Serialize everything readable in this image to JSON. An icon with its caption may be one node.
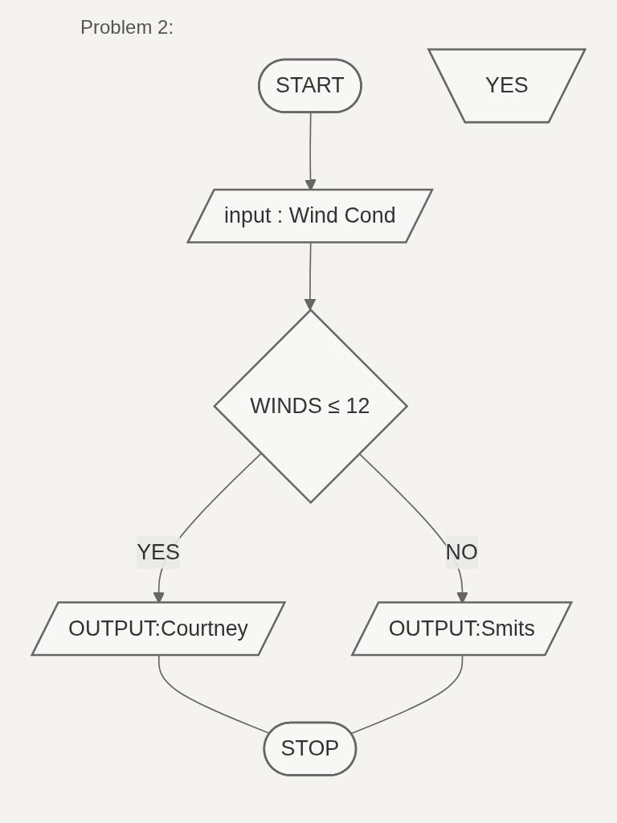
{
  "diagram": {
    "title": "Problem 2:",
    "nodes": [
      {
        "text": [
          "START"
        ]
      },
      {
        "text": [
          "input : Wind Cond"
        ]
      },
      {
        "text": [
          "WINDS ≤ 12"
        ]
      },
      {
        "text": [
          "OUTPUT:Courtney"
        ]
      },
      {
        "text": [
          "OUTPUT:Smits"
        ]
      },
      {
        "text": [
          "STOP"
        ]
      },
      {
        "text": [
          "YES"
        ]
      }
    ],
    "edges": [
      {
        "from": 0,
        "to": 1,
        "arrow": "to"
      },
      {
        "from": 1,
        "to": 2,
        "arrow": "to"
      },
      {
        "from": 2,
        "to": 3,
        "label": "YES",
        "arrow": "to"
      },
      {
        "from": 2,
        "to": 4,
        "label": "NO",
        "arrow": "to"
      },
      {
        "from": 3,
        "to": 5,
        "arrow": "none"
      },
      {
        "from": 4,
        "to": 5,
        "arrow": "none"
      }
    ]
  }
}
